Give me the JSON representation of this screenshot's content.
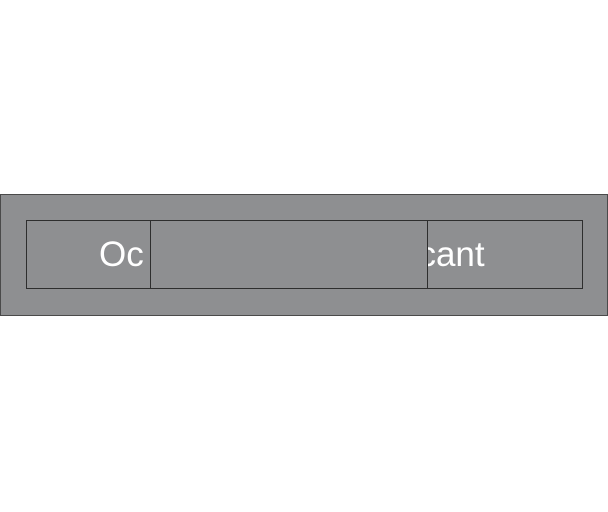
{
  "sign": {
    "left_label": "Occupied",
    "right_label": "Vacant",
    "visible_left_text": "Oc",
    "visible_right_text": "acant",
    "background_color": "#8e8f91",
    "text_color": "#ffffff"
  }
}
